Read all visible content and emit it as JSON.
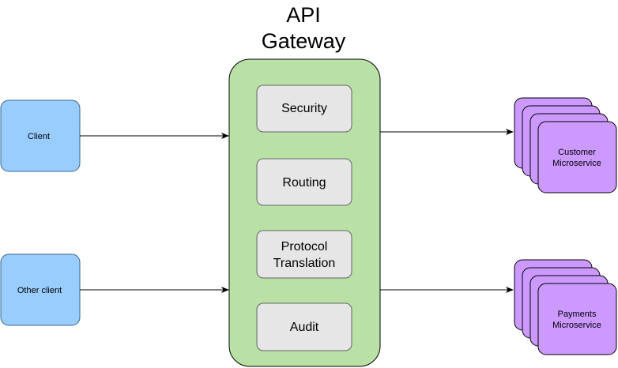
{
  "title_line1": "API",
  "title_line2": "Gateway",
  "clients": [
    {
      "label": "Client"
    },
    {
      "label": "Other client"
    }
  ],
  "gateway_modules": [
    {
      "lines": [
        "Security"
      ]
    },
    {
      "lines": [
        "Routing"
      ]
    },
    {
      "lines": [
        "Protocol",
        "Translation"
      ]
    },
    {
      "lines": [
        "Audit"
      ]
    }
  ],
  "services": [
    {
      "lines": [
        "Customer",
        "Microservice"
      ]
    },
    {
      "lines": [
        "Payments",
        "Microservice"
      ]
    }
  ],
  "colors": {
    "client_fill": "#99ccff",
    "client_stroke": "#36648b",
    "gateway_fill": "#b9e0a5",
    "gateway_stroke": "#000000",
    "module_fill": "#e6e6e6",
    "module_stroke": "#666666",
    "service_fill": "#cc99ff",
    "service_stroke": "#000000"
  }
}
